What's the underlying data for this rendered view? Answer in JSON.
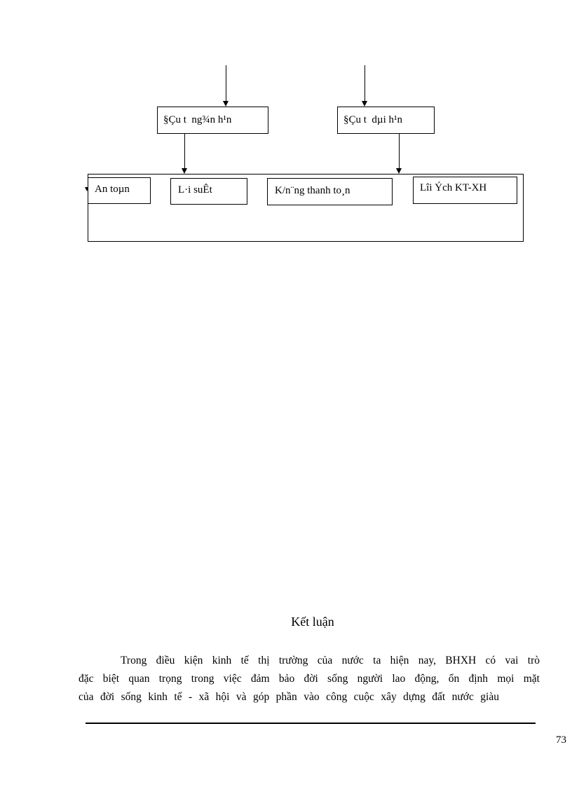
{
  "diagram": {
    "top_boxes": [
      {
        "label": "§Çu t  ng¾n h¹n"
      },
      {
        "label": "§Çu t  dµi h¹n"
      }
    ],
    "bottom_boxes": [
      {
        "label": "An toµn"
      },
      {
        "label": "L·i suÊt"
      },
      {
        "label": "K/n¨ng thanh to¸n"
      },
      {
        "label": "Lîi Ých KT-XH"
      }
    ]
  },
  "document": {
    "heading": "Kết luận",
    "paragraph_lines": [
      "Trong điều kiện kinh tế thị trường của nước ta hiện nay, BHXH có vai trò",
      "đặc biệt quan trọng trong việc đảm bảo đời sống người lao động, ổn định mọi mặt",
      "của đời sống kinh tế - xã hội và góp phần vào công cuộc xây dựng đất nước giàu"
    ],
    "page_number": "73"
  }
}
